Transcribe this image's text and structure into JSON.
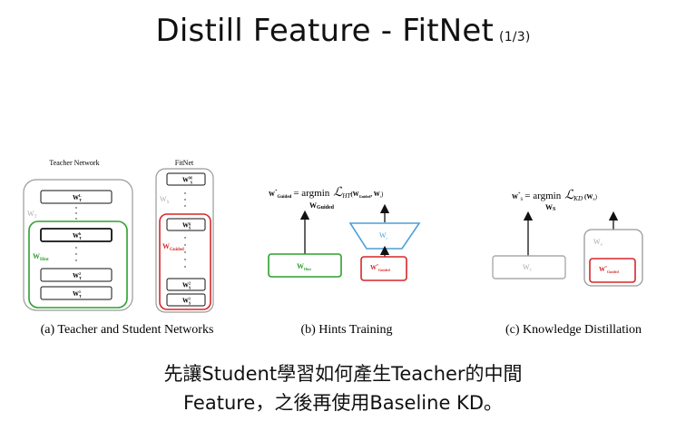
{
  "slide": {
    "title": "Distill Feature - FitNet",
    "title_suffix": "(1/3)",
    "caption_line1": "先讓Student學習如何產生Teacher的中間",
    "caption_line2": "Feature，之後再使用Baseline KD。"
  },
  "figure": {
    "panel_a": {
      "teacher_label": "Teacher Network",
      "student_label": "FitNet",
      "teacher_side": "W",
      "teacher_side_sub": "T",
      "hint_label": "W",
      "hint_label_sub": "Hint",
      "student_side": "W",
      "student_side_sub": "S",
      "guided_label": "W",
      "guided_label_sub": "Guided",
      "teacher_layers": [
        "W",
        "W",
        "W",
        "W"
      ],
      "teacher_layer_sups": [
        "L",
        "h",
        "2",
        "1"
      ],
      "teacher_layer_subs": [
        "T",
        "T",
        "T",
        "T"
      ],
      "student_layers": [
        "W",
        "W",
        "W",
        "W"
      ],
      "student_layer_sups": [
        "M",
        "g",
        "2",
        "1"
      ],
      "student_layer_subs": [
        "S",
        "S",
        "S",
        "S"
      ],
      "caption": "(a)  Teacher and Student Networks"
    },
    "panel_b": {
      "equation_lhs": "W",
      "equation_lhs_sup": "*",
      "equation_lhs_sub": "Guided",
      "equation_rhs": "= argmin",
      "equation_under": "W",
      "equation_under_sub": "Guided",
      "equation_loss": "ℒ",
      "equation_loss_sub": "HT",
      "equation_args": "(W",
      "equation_args_sub": "Guided",
      "equation_args2": ", W",
      "equation_args2_sub": "r",
      "equation_close": ")",
      "hint_box": "W",
      "hint_box_sub": "Hint",
      "regressor_box": "W",
      "regressor_box_sub": "r",
      "guided_box": "W",
      "guided_box_sup": "*",
      "guided_box_sub": "Guided",
      "caption": "(b)  Hints Training"
    },
    "panel_c": {
      "equation_lhs": "W",
      "equation_lhs_sup": "*",
      "equation_lhs_sub": "S",
      "equation_rhs": "= argmin",
      "equation_under": "W",
      "equation_under_sub": "S",
      "equation_loss": "ℒ",
      "equation_loss_sub": "KD",
      "equation_args": "(W",
      "equation_args_sub": "S",
      "equation_close": ")",
      "teacher_box": "W",
      "teacher_box_sub": "T",
      "student_outer": "W",
      "student_outer_sub": "S",
      "guided_box": "W",
      "guided_box_sup": "*",
      "guided_box_sub": "Guided",
      "caption": "(c)  Knowledge Distillation"
    },
    "colors": {
      "green": "#2ca02c",
      "red": "#d62728",
      "blue": "#4a9fd8",
      "gray_border": "#999999",
      "gray_text": "#aaaaaa"
    }
  }
}
